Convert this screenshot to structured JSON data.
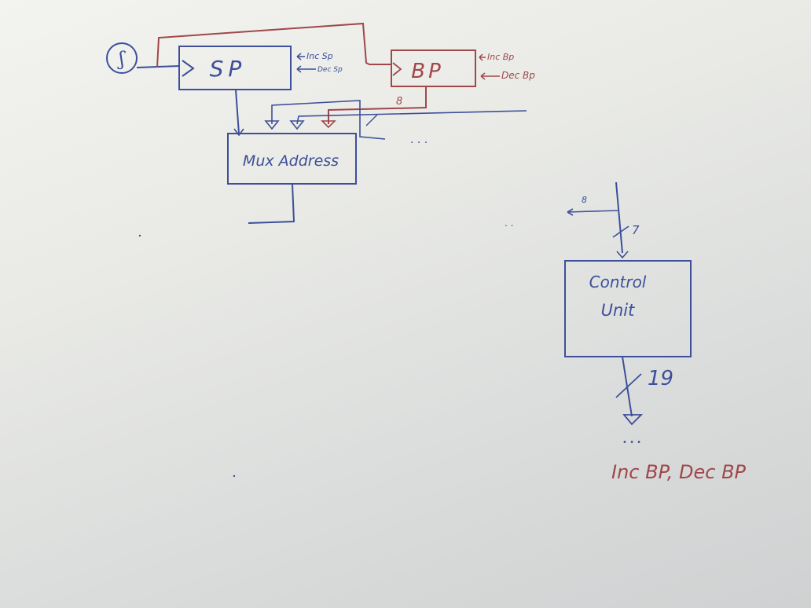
{
  "colors": {
    "blue_ink": "#3d4f9a",
    "red_ink": "#a0474a",
    "board": "#e6e7e3"
  },
  "clock_symbol": "ʃ",
  "sp": {
    "label": "SP",
    "inc": "Inc Sp",
    "dec": "Dec Sp"
  },
  "bp": {
    "label": "BP",
    "inc": "Inc Bp",
    "dec": "Dec Bp",
    "bus_width": "8"
  },
  "mux": {
    "label": "Mux Address"
  },
  "control_unit": {
    "label_line1": "Control",
    "label_line2": "Unit",
    "input_width": "7",
    "side_width": "8",
    "output_width": "19",
    "dots": "• • •",
    "outputs": "Inc BP, Dec BP"
  },
  "bus_dots": ". . .",
  "side_dots": ". ."
}
